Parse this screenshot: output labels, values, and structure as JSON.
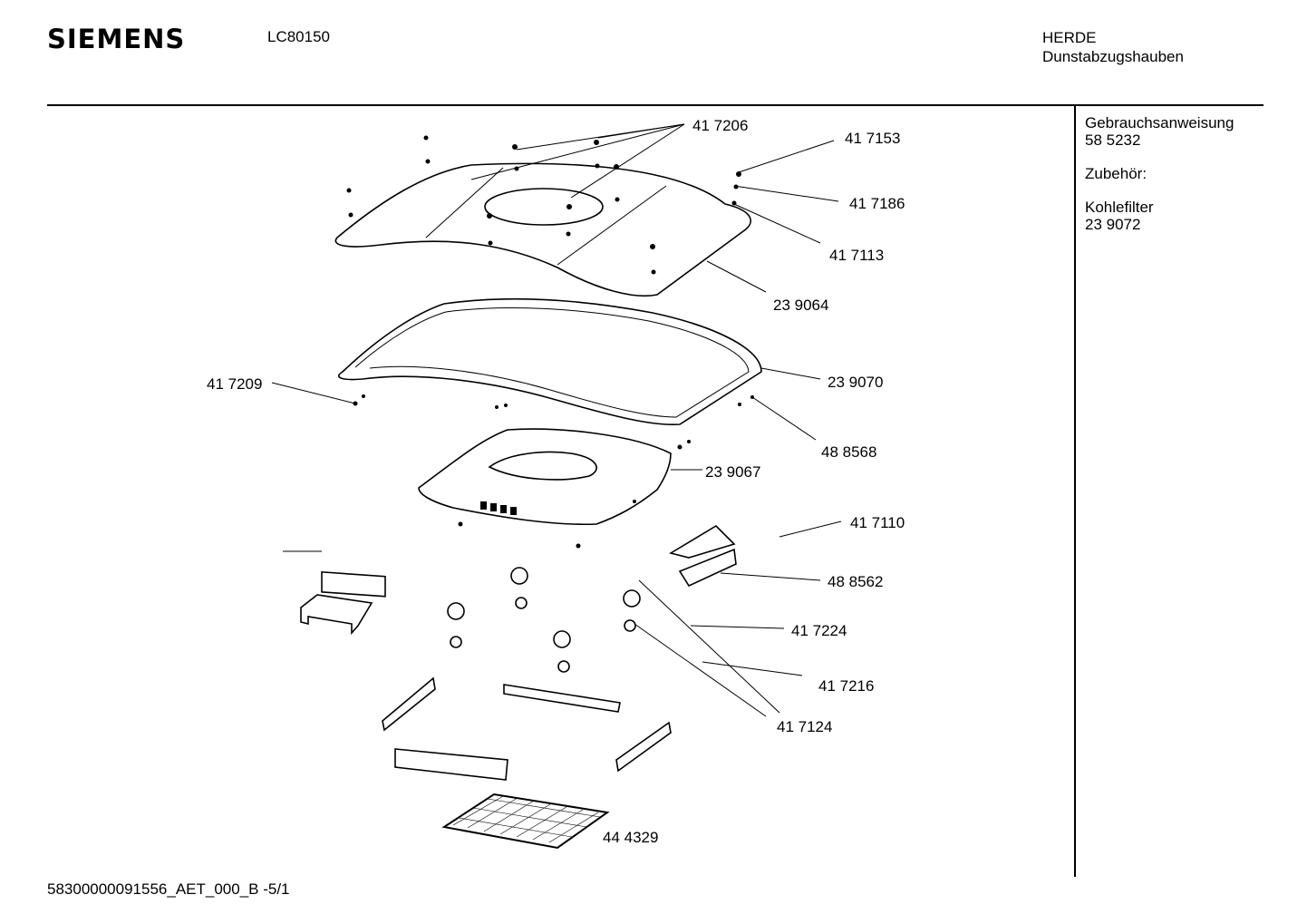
{
  "header": {
    "brand": "SIEMENS",
    "model": "LC80150",
    "category_line1": "HERDE",
    "category_line2": "Dunstabzugshauben"
  },
  "sidebar": {
    "manual_label": "Gebrauchsanweisung",
    "manual_number": "58 5232",
    "accessories_label": "Zubehör:",
    "filter_label": "Kohlefilter",
    "filter_number": "23 9072"
  },
  "footer": {
    "doc_id": "58300000091556_AET_000_B   -5/1"
  },
  "parts": [
    "41 7206",
    "41 7153",
    "41 7186",
    "41 7113",
    "23 9064",
    "41 7209",
    "23 9070",
    "48 8568",
    "23 9067",
    "41 7110",
    "48 8562",
    "41 7224",
    "41 7216",
    "41 7124",
    "44 4329"
  ]
}
